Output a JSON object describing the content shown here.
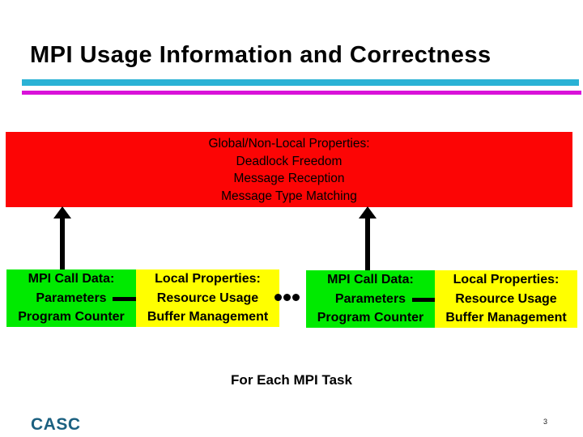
{
  "slide": {
    "title": "MPI Usage Information and Correctness",
    "caption": "For Each MPI Task",
    "logo": "CASC",
    "page_number": "3"
  },
  "banner": {
    "lines": [
      "Global/Non-Local Properties:",
      "Deadlock Freedom",
      "Message Reception",
      "Message Type Matching"
    ]
  },
  "groups": [
    {
      "call_data": [
        "MPI Call Data:",
        "Parameters",
        "Program Counter"
      ],
      "local_props": [
        "Local Properties:",
        "Resource Usage",
        "Buffer Management"
      ]
    },
    {
      "call_data": [
        "MPI Call Data:",
        "Parameters",
        "Program Counter"
      ],
      "local_props": [
        "Local Properties:",
        "Resource Usage",
        "Buffer Management"
      ]
    }
  ],
  "colors": {
    "rule-top": "#2AB2D5",
    "rule-bottom": "#D912D9",
    "banner-bg": "#FC0505",
    "call-data-bg": "#00EA00",
    "local-props-bg": "#FFFF00",
    "arrow": "#000000",
    "logo": "#1B6080"
  }
}
